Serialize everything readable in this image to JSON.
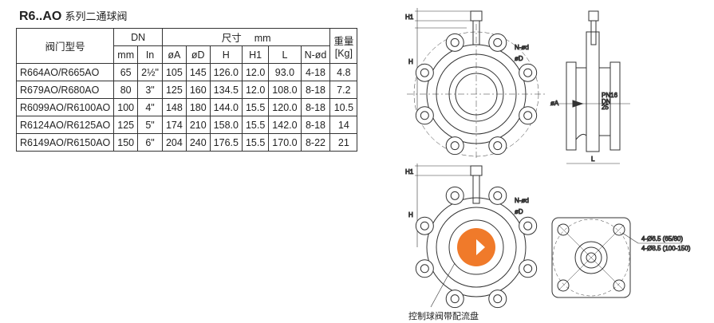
{
  "title": {
    "model": "R6..AO",
    "desc": "系列二通球阀"
  },
  "table": {
    "h_model": "阀门型号",
    "h_dn": "DN",
    "h_size": "尺寸　 mm",
    "h_weight": "重量",
    "h_weight_unit": "[Kg]",
    "sub": [
      "mm",
      "In",
      "øA",
      "øD",
      "H",
      "H1",
      "L",
      "N-ød"
    ],
    "rows": [
      [
        "R664AO/R665AO",
        "65",
        "2½\"",
        "105",
        "145",
        "126.0",
        "12.0",
        "93.0",
        "4-18",
        "4.8"
      ],
      [
        "R679AO/R680AO",
        "80",
        "3\"",
        "125",
        "160",
        "134.5",
        "12.0",
        "108.0",
        "8-18",
        "7.2"
      ],
      [
        "R6099AO/R6100AO",
        "100",
        "4\"",
        "148",
        "180",
        "144.0",
        "15.5",
        "120.0",
        "8-18",
        "10.5"
      ],
      [
        "R6124AO/R6125AO",
        "125",
        "5\"",
        "174",
        "210",
        "158.0",
        "15.5",
        "142.0",
        "8-18",
        "14"
      ],
      [
        "R6149AO/R6150AO",
        "150",
        "6\"",
        "204",
        "240",
        "176.5",
        "15.5",
        "170.0",
        "8-22",
        "21"
      ]
    ]
  },
  "drawing": {
    "h1": "H1",
    "h": "H",
    "nod": "N-ød",
    "od": "øD",
    "oa": "øA",
    "l": "L",
    "pn": "PN16",
    "dn": "DN",
    "n25": "25",
    "hole1": "4-Ø6.5  (65/80)",
    "hole2": "4-Ø8.5  (100-150)",
    "caption": "控制球阀带配流盘",
    "accent": "#f07a2a"
  }
}
